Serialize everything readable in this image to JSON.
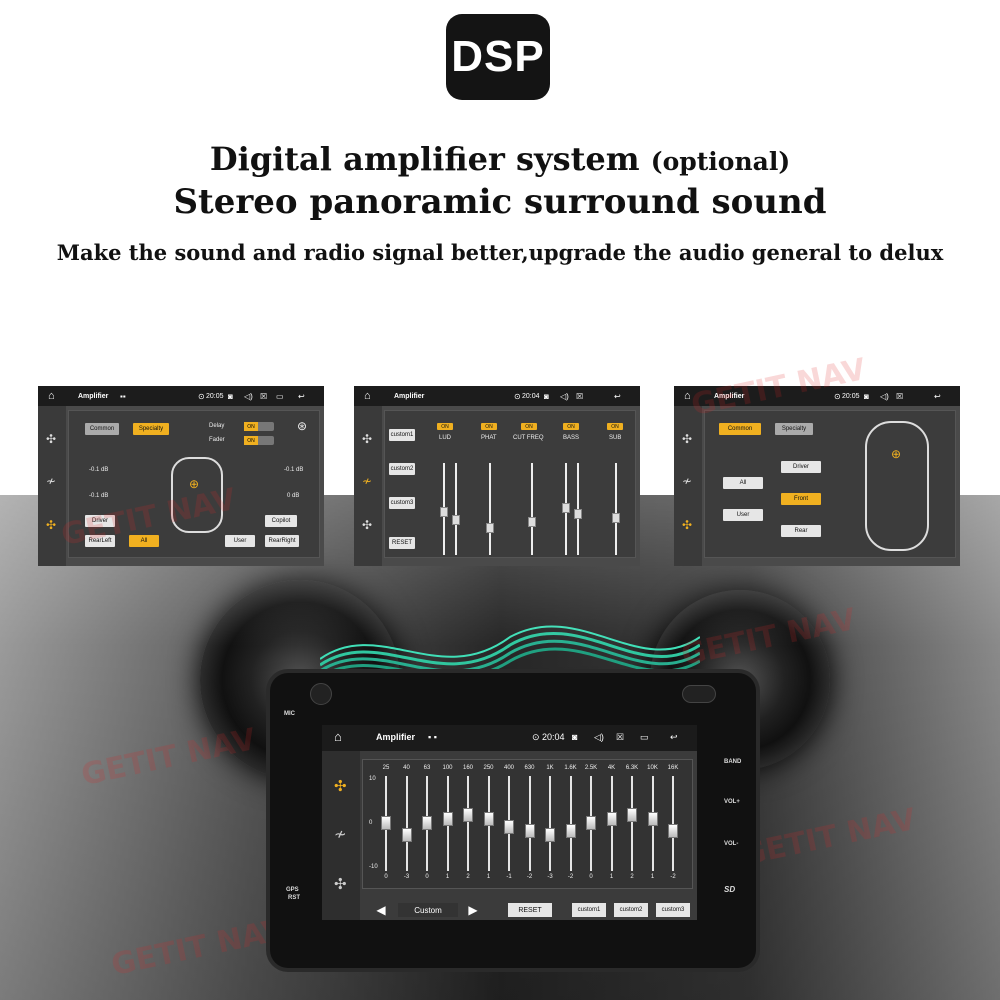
{
  "badge": "DSP",
  "headline": {
    "line1": "Digital amplifier system",
    "optional": "(optional)",
    "line2": "Stereo panoramic surround sound",
    "line3": "Make the sound and radio signal better,upgrade the audio general to delux"
  },
  "watermark": {
    "a": "GETIT",
    "b": "NAV"
  },
  "shot1": {
    "title": "Amplifier",
    "time": "20:05",
    "tabs": [
      "Common",
      "Specialty"
    ],
    "delay": "Delay",
    "fader": "Fader",
    "on": "ON",
    "vals": [
      "-0.1 dB",
      "-0.1 dB",
      "-0.1 dB",
      "0 dB"
    ],
    "btns": [
      "Driver",
      "Copilot",
      "RearLeft",
      "All",
      "User",
      "RearRight"
    ]
  },
  "shot2": {
    "title": "Amplifier",
    "time": "20:04",
    "customs": [
      "custom1",
      "custom2",
      "custom3"
    ],
    "reset": "RESET",
    "on": "ON",
    "cols": [
      "LUD",
      "PHAT",
      "CUT FREQ",
      "BASS",
      "SUB"
    ]
  },
  "shot3": {
    "title": "Amplifier",
    "time": "20:05",
    "tabs": [
      "Common",
      "Specialty"
    ],
    "btns": [
      "Driver",
      "All",
      "Front",
      "User",
      "Rear"
    ]
  },
  "main": {
    "title": "Amplifier",
    "time": "20:04",
    "freqs": [
      "25",
      "40",
      "63",
      "100",
      "160",
      "250",
      "400",
      "630",
      "1K",
      "1.6K",
      "2.5K",
      "4K",
      "6.3K",
      "10K",
      "16K"
    ],
    "gains": [
      "0",
      "-3",
      "0",
      "1",
      "2",
      "1",
      "-1",
      "-2",
      "-3",
      "-2",
      "0",
      "1",
      "2",
      "1",
      "-2"
    ],
    "scale": [
      "10",
      "0",
      "-10"
    ],
    "preset": "Custom",
    "reset": "RESET",
    "customs": [
      "custom1",
      "custom2",
      "custom3"
    ]
  },
  "hw": {
    "mic": "MIC",
    "band": "BAND",
    "volup": "VOL+",
    "voldn": "VOL-",
    "sd": "SD",
    "gps": "GPS",
    "rst": "RST"
  }
}
